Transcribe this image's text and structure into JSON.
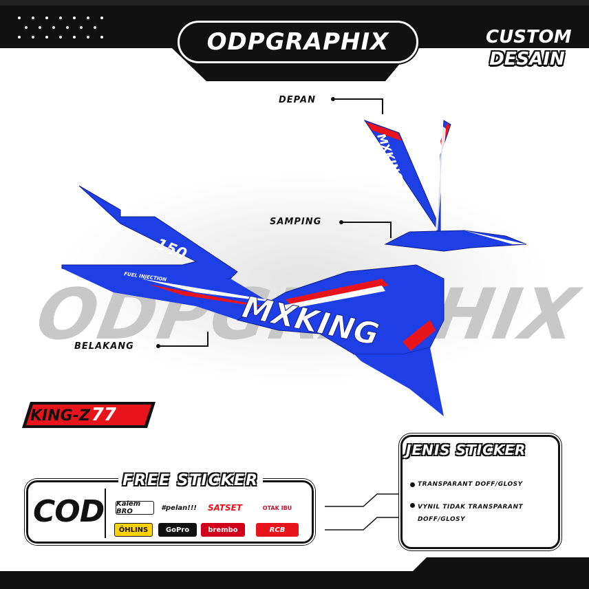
{
  "brand": {
    "name": "ODPGRAPHIX"
  },
  "tag": {
    "line1": "CUSTOM",
    "line2": "DESAIN"
  },
  "callouts": {
    "front": "DEPAN",
    "side": "SAMPING",
    "rear": "BELAKANG"
  },
  "sticker_text": {
    "model": "MXKING",
    "cc": "150",
    "small": "FUEL INJECTION"
  },
  "watermark": "ODPGRAPHIX",
  "design_code": {
    "prefix": "KING-Z",
    "number": "77"
  },
  "cod": "COD",
  "free_sticker": {
    "title": "FREE STICKER",
    "logos": [
      "Kalem BRO",
      "#pelan!!!",
      "SATSET",
      "OTAK IBU",
      "ÖHLINS",
      "GoPro",
      "brembo",
      "RCB"
    ]
  },
  "types": {
    "title": "JENIS STICKER",
    "items": [
      "TRANSPARANT DOFF/GLOSY",
      "VYNIL TIDAK TRANSPARANT DOFF/GLOSY"
    ]
  },
  "colors": {
    "blue": "#1f3fe6",
    "red": "#e8141c",
    "dark": "#111111"
  }
}
